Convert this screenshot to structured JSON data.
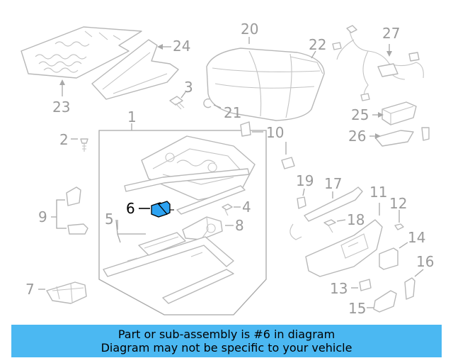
{
  "highlight_part": "6",
  "callouts": [
    "1",
    "2",
    "3",
    "4",
    "5",
    "6",
    "7",
    "8",
    "9",
    "10",
    "11",
    "12",
    "13",
    "14",
    "15",
    "16",
    "17",
    "18",
    "19",
    "20",
    "21",
    "22",
    "23",
    "24",
    "25",
    "26",
    "27"
  ],
  "banner": {
    "line1": "Part or sub-assembly is #6 in diagram",
    "line2": "Diagram may not be specific to your vehicle"
  },
  "colors": {
    "highlight": "#2ea3f2",
    "banner": "#4bb8f2",
    "linework": "#b8b8b8"
  }
}
